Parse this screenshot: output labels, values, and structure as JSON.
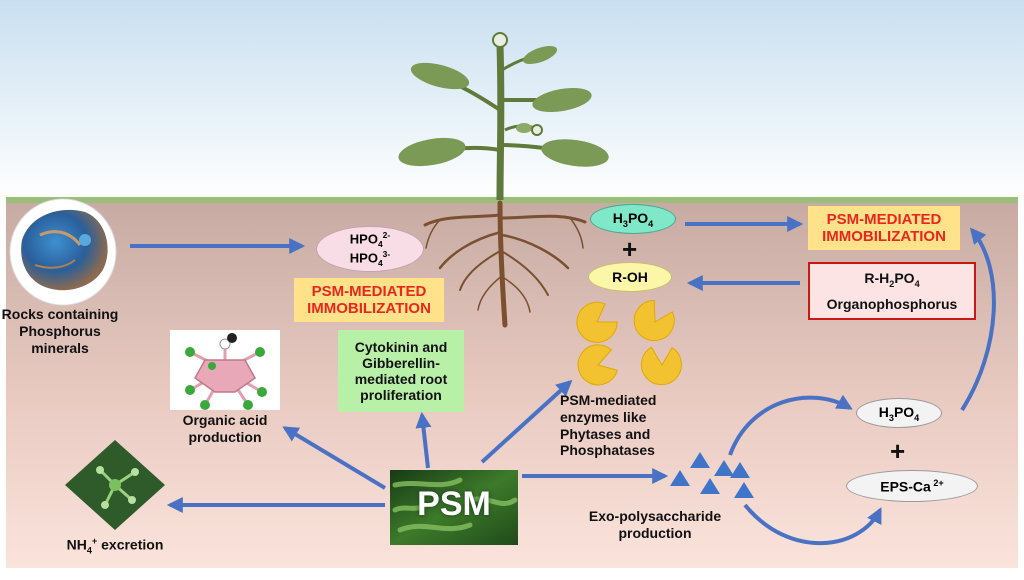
{
  "rocks": {
    "line1": "Rocks containing",
    "line2": "Phosphorus",
    "line3": "minerals"
  },
  "hpo": {
    "line1_main": "HPO",
    "line1_sub": "4",
    "line1_sup": "2-",
    "line2_main": "HPO",
    "line2_sub": "4",
    "line2_sup": "3-"
  },
  "immobilization_left": {
    "line1": "PSM-MEDIATED",
    "line2": "IMMOBILIZATION"
  },
  "immobilization_right": {
    "line1": "PSM-MEDIATED",
    "line2": "IMMOBILIZATION"
  },
  "h3po4_top": {
    "main1": "H",
    "sub1": "3",
    "main2": "PO",
    "sub2": "4"
  },
  "plus_top": "+",
  "roh": "R-OH",
  "organo": {
    "line1_a": "R-H",
    "line1_sub1": "2",
    "line1_b": "PO",
    "line1_sub2": "4",
    "line2": "Organophosphorus"
  },
  "cytokinin": {
    "line1": "Cytokinin and",
    "line2": "Gibberellin-",
    "line3": "mediated root",
    "line4": "proliferation"
  },
  "enzymes": {
    "line1": "PSM-mediated",
    "line2": "enzymes like",
    "line3": "Phytases and",
    "line4": "Phosphatases"
  },
  "organic_acid": {
    "line1": "Organic acid",
    "line2": "production"
  },
  "nh4": {
    "main": "NH",
    "sub": "4",
    "sup": "+",
    "rest": " excretion"
  },
  "psm": "PSM",
  "exo": {
    "line1": "Exo-polysaccharide",
    "line2": "production"
  },
  "h3po4_right": {
    "main1": "H",
    "sub1": "3",
    "main2": "PO",
    "sub2": "4"
  },
  "plus_right": "+",
  "eps": {
    "main": "EPS-Ca",
    "sup": " 2+"
  },
  "colors": {
    "arrow": "#4a72c4",
    "soil_top": "#c7aba2",
    "soil_bottom": "#f7ddd5",
    "sky_top": "#c9dff0",
    "immob_bg": "#ffe28a",
    "immob_text": "#e8281e",
    "enzyme": "#f2c230",
    "triangle": "#3f74c8"
  }
}
